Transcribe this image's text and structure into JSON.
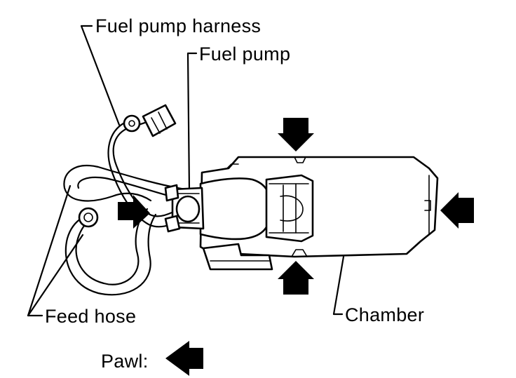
{
  "labels": {
    "fuel_pump_harness": "Fuel pump harness",
    "fuel_pump": "Fuel pump",
    "feed_hose": "Feed hose",
    "chamber": "Chamber",
    "pawl": "Pawl:"
  },
  "colors": {
    "ink": "#000000",
    "background": "#ffffff"
  }
}
